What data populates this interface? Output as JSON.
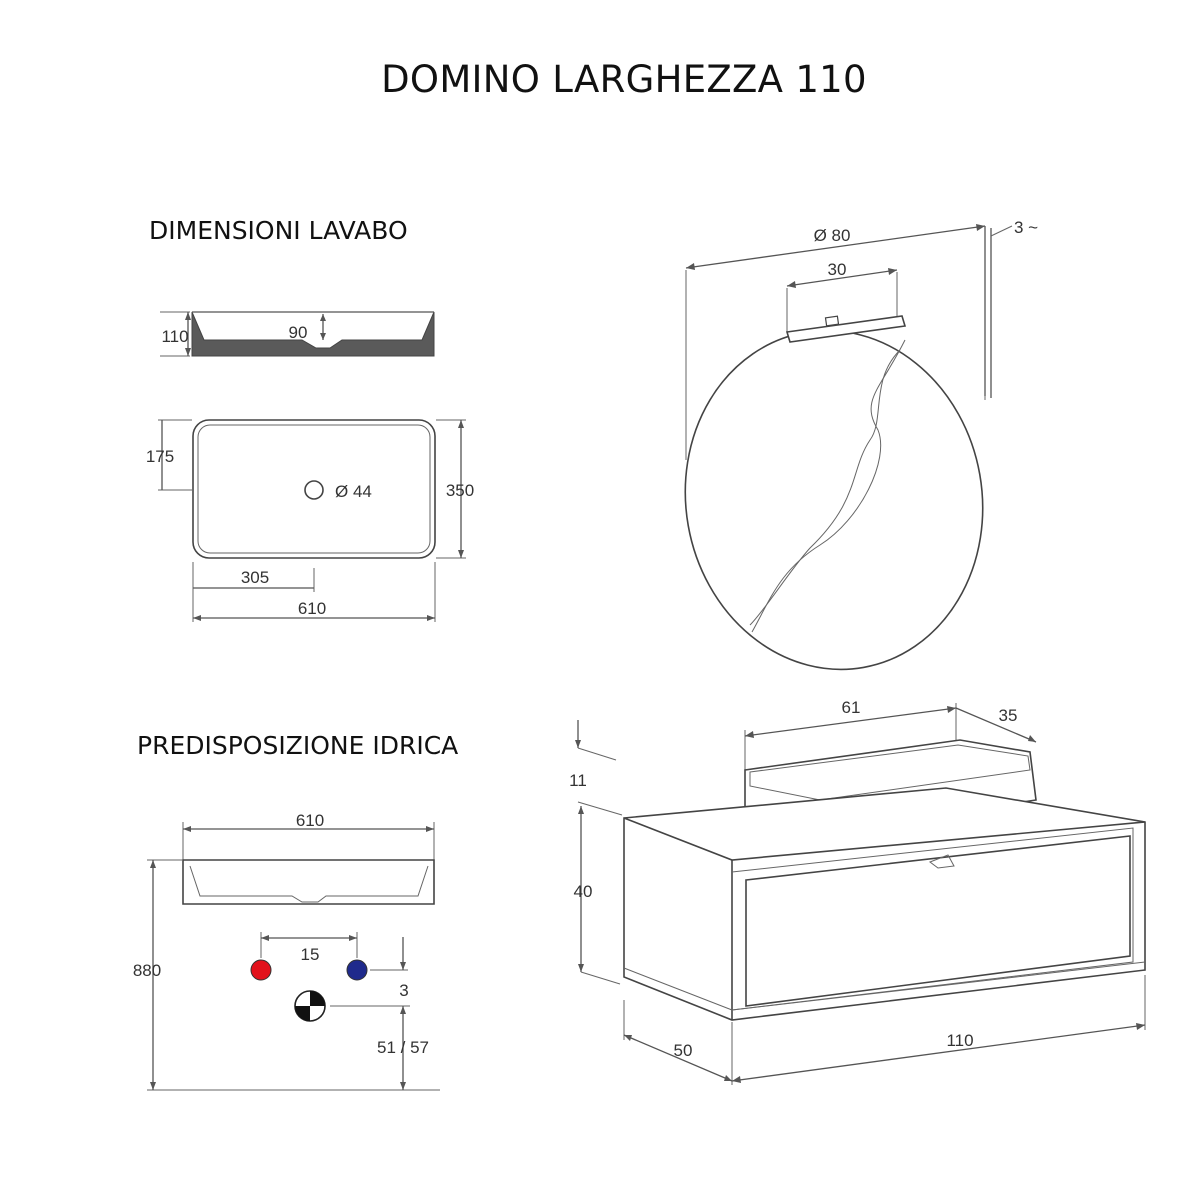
{
  "title": "DOMINO LARGHEZZA 110",
  "sections": {
    "basin": "DIMENSIONI LAVABO",
    "plumbing": "PREDISPOSIZIONE IDRICA"
  },
  "basin_side": {
    "height": "110",
    "inner_depth": "90"
  },
  "basin_top": {
    "half_depth": "175",
    "drain_diameter": "Ø 44",
    "depth": "350",
    "drain_offset": "305",
    "width": "610"
  },
  "mirror": {
    "diameter": "Ø 80",
    "lamp_width": "30",
    "thickness": "3 ~"
  },
  "plumbing": {
    "basin_width": "610",
    "total_height": "880",
    "tap_spacing": "15",
    "tap_to_drain": "3",
    "drain_height": "51 / 57"
  },
  "cabinet": {
    "basin_width": "61",
    "basin_depth": "35",
    "basin_height": "11",
    "height": "40",
    "depth": "50",
    "width": "110"
  },
  "colors": {
    "hot_water": "#e2121c",
    "cold_water": "#1f2a8c",
    "basin_section": "#5a5a5a",
    "line": "#555555"
  }
}
